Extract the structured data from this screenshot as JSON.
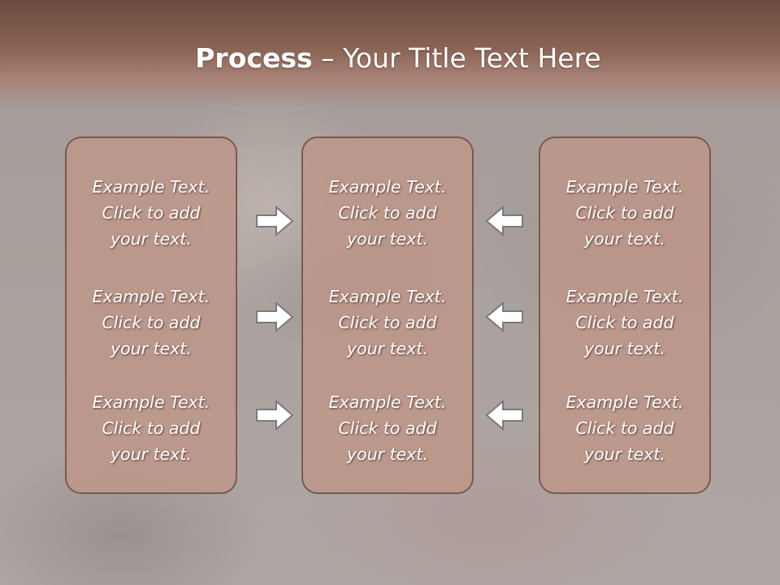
{
  "title": {
    "bold": "Process",
    "rest": " – Your Title Text Here"
  },
  "panels": [
    {
      "blocks": [
        {
          "line1": "Example Text.",
          "line2": "Click  to add",
          "line3": "your text."
        },
        {
          "line1": "Example Text.",
          "line2": "Click  to add",
          "line3": "your text."
        },
        {
          "line1": "Example Text.",
          "line2": "Click  to add",
          "line3": "your text."
        }
      ]
    },
    {
      "blocks": [
        {
          "line1": "Example Text.",
          "line2": "Click  to add",
          "line3": "your text."
        },
        {
          "line1": "Example Text.",
          "line2": "Click  to add",
          "line3": "your text."
        },
        {
          "line1": "Example Text.",
          "line2": "Click  to add",
          "line3": "your text."
        }
      ]
    },
    {
      "blocks": [
        {
          "line1": "Example Text.",
          "line2": "Click  to add",
          "line3": "your text."
        },
        {
          "line1": "Example Text.",
          "line2": "Click  to add",
          "line3": "your text."
        },
        {
          "line1": "Example Text.",
          "line2": "Click  to add",
          "line3": "your text."
        }
      ]
    }
  ],
  "arrows": {
    "left_group": "right-arrow-icon",
    "right_group": "left-arrow-icon"
  },
  "colors": {
    "header": "#8a6354",
    "panel_fill": "#be9687",
    "panel_border": "#7a5a50",
    "text": "#ffffff",
    "arrow_fill": "#ffffff",
    "arrow_stroke": "#7a7a7a"
  }
}
